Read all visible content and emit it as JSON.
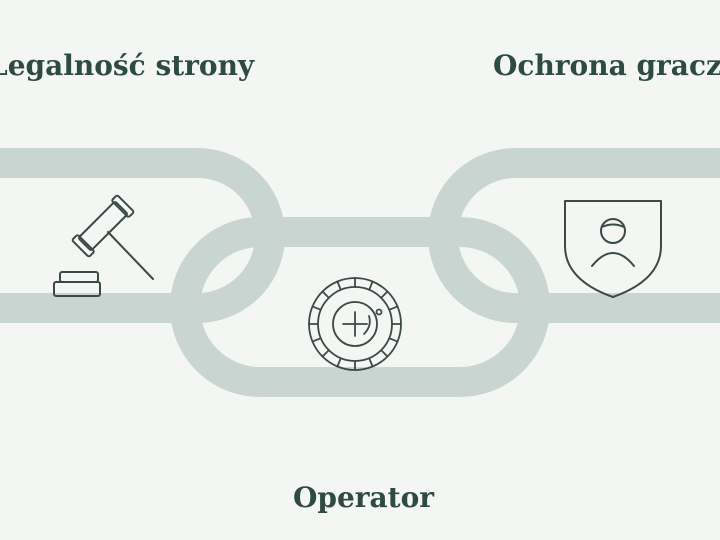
{
  "diagram": {
    "labels": {
      "left": "Legalność strony",
      "right": "Ochrona graczy",
      "bottom": "Operator"
    },
    "icons": {
      "left": "gavel-icon",
      "center": "roulette-wheel-icon",
      "right": "shield-user-icon"
    },
    "colors": {
      "background": "#f3f6f3",
      "chain": "#c9d5d0",
      "text": "#2f4a43",
      "icon_stroke": "#3c4a46"
    }
  }
}
